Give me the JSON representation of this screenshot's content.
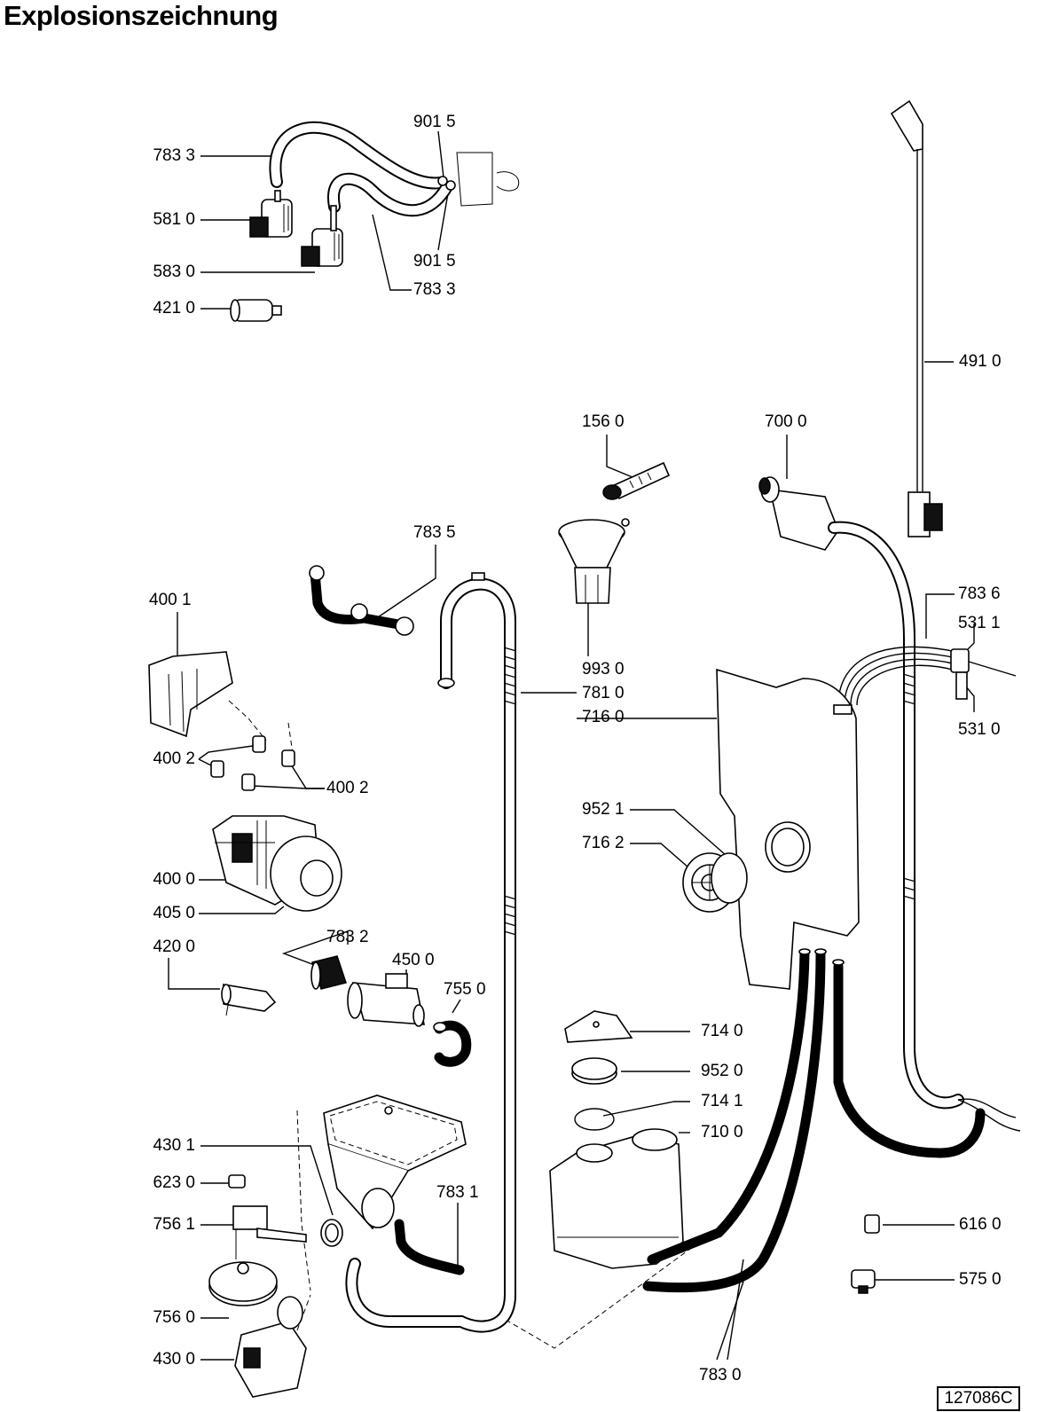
{
  "title": "Explosionszeichnung",
  "drawing_code": "127086C",
  "labels": {
    "l_783_3_a": "783 3",
    "l_901_5_a": "901 5",
    "l_581_0": "581 0",
    "l_583_0": "583 0",
    "l_901_5_b": "901 5",
    "l_783_3_b": "783 3",
    "l_421_0": "421 0",
    "l_491_0": "491 0",
    "l_156_0": "156 0",
    "l_700_0": "700 0",
    "l_783_5": "783 5",
    "l_400_1": "400 1",
    "l_783_6": "783 6",
    "l_531_1": "531 1",
    "l_993_0": "993 0",
    "l_781_0": "781 0",
    "l_716_0": "716 0",
    "l_531_0": "531 0",
    "l_400_2_a": "400 2",
    "l_400_2_b": "400 2",
    "l_952_1": "952 1",
    "l_716_2": "716 2",
    "l_400_0": "400 0",
    "l_405_0": "405 0",
    "l_783_2": "783 2",
    "l_420_0": "420 0",
    "l_450_0": "450 0",
    "l_755_0": "755 0",
    "l_714_0": "714 0",
    "l_952_0": "952 0",
    "l_714_1": "714 1",
    "l_710_0": "710 0",
    "l_430_1": "430 1",
    "l_623_0": "623 0",
    "l_756_1": "756 1",
    "l_783_1": "783 1",
    "l_616_0": "616 0",
    "l_575_0": "575 0",
    "l_756_0": "756 0",
    "l_430_0": "430 0",
    "l_783_0": "783 0"
  }
}
